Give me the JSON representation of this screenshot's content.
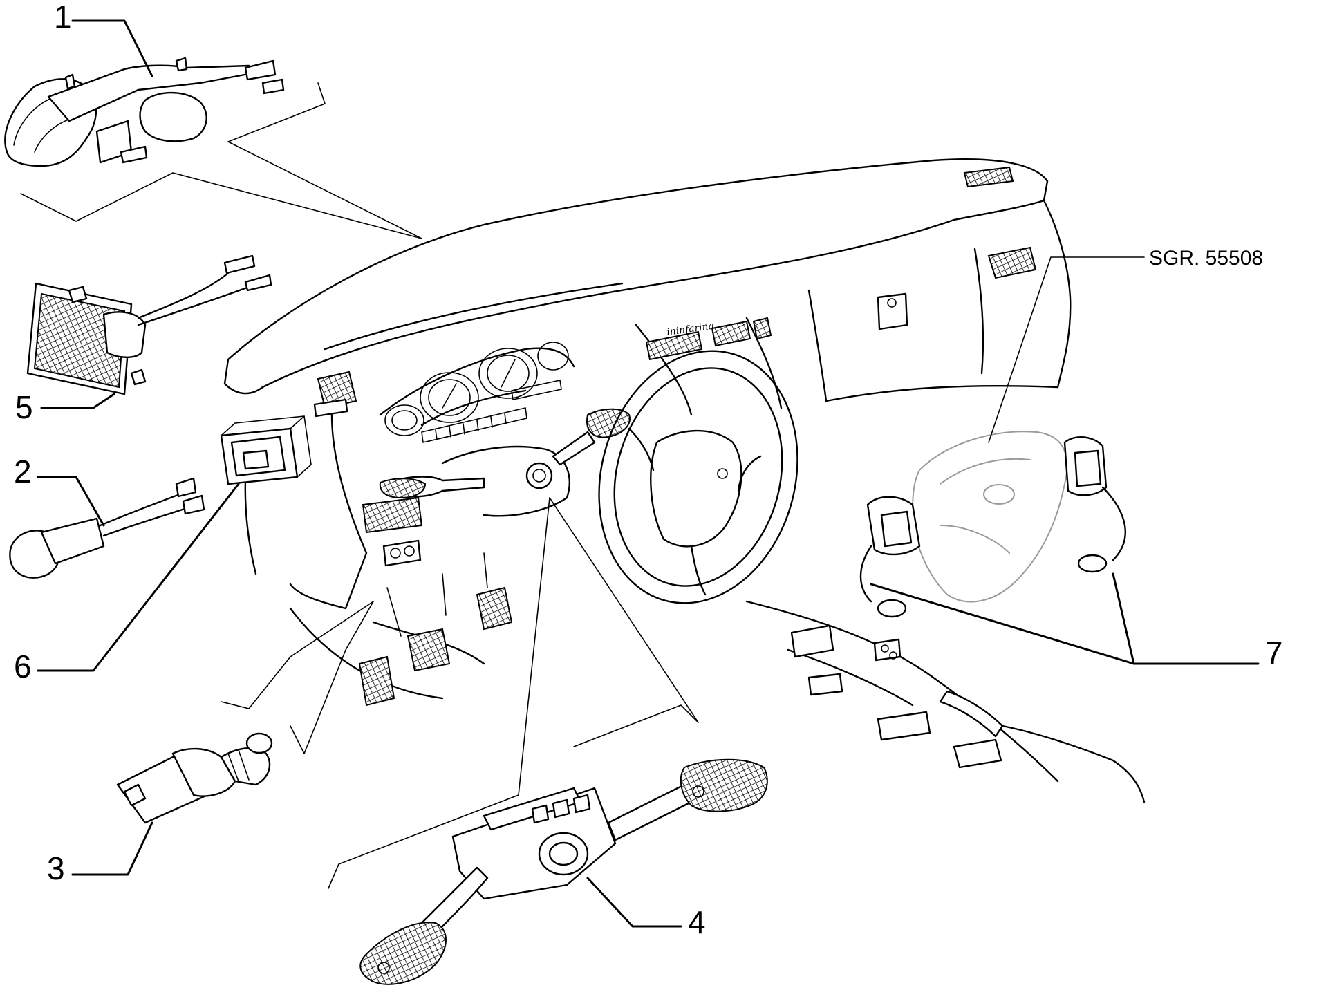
{
  "drawing_ref": "SGR. 55508",
  "dashboard_script": "ininfarina",
  "callouts": [
    {
      "id": "1",
      "label": "1"
    },
    {
      "id": "2",
      "label": "2"
    },
    {
      "id": "3",
      "label": "3"
    },
    {
      "id": "4",
      "label": "4"
    },
    {
      "id": "5",
      "label": "5"
    },
    {
      "id": "6",
      "label": "6"
    },
    {
      "id": "7",
      "label": "7"
    }
  ]
}
